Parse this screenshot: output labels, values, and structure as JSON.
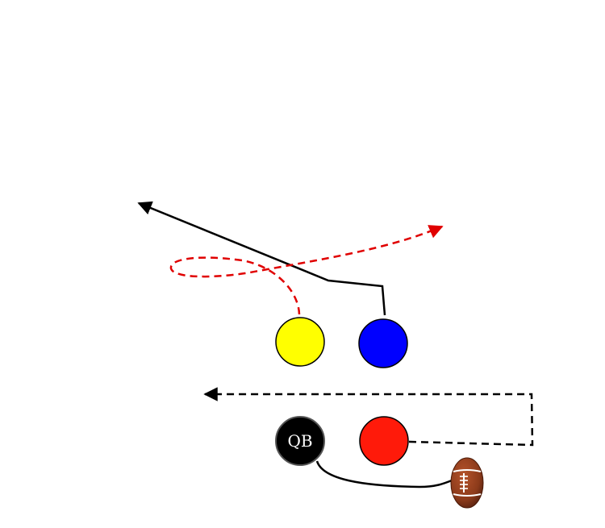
{
  "diagram": {
    "players": [
      {
        "id": "yellow",
        "color": "#ffff00",
        "label": ""
      },
      {
        "id": "blue",
        "color": "#0000ff",
        "label": ""
      },
      {
        "id": "qb",
        "color": "#000000",
        "label": "QB"
      },
      {
        "id": "red",
        "color": "#ff1a0a",
        "label": ""
      }
    ],
    "routes": [
      {
        "from": "blue",
        "style": "solid",
        "color": "#000000"
      },
      {
        "from": "yellow",
        "style": "dashed",
        "color": "#e00000"
      },
      {
        "from": "red",
        "style": "dashed",
        "color": "#000000"
      },
      {
        "from": "qb",
        "style": "solid",
        "color": "#000000",
        "to": "football"
      }
    ],
    "football": {
      "color": "#8b3a1a",
      "laces": "#ffffff"
    }
  }
}
